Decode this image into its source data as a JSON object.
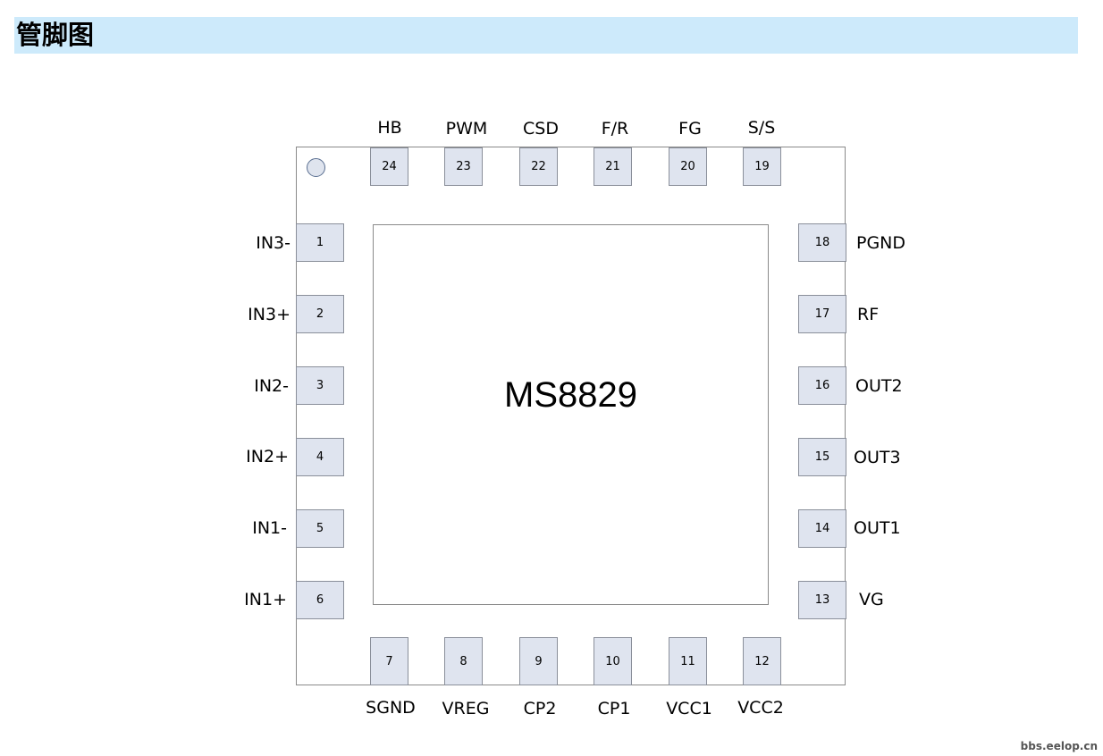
{
  "header": {
    "title": "管脚图"
  },
  "chip": {
    "name": "MS8829"
  },
  "pins": {
    "top": [
      {
        "num": "24",
        "label": "HB"
      },
      {
        "num": "23",
        "label": "PWM"
      },
      {
        "num": "22",
        "label": "CSD"
      },
      {
        "num": "21",
        "label": "F/R"
      },
      {
        "num": "20",
        "label": "FG"
      },
      {
        "num": "19",
        "label": "S/S"
      }
    ],
    "left": [
      {
        "num": "1",
        "label": "IN3-"
      },
      {
        "num": "2",
        "label": "IN3+"
      },
      {
        "num": "3",
        "label": "IN2-"
      },
      {
        "num": "4",
        "label": "IN2+"
      },
      {
        "num": "5",
        "label": "IN1-"
      },
      {
        "num": "6",
        "label": "IN1+"
      }
    ],
    "right": [
      {
        "num": "18",
        "label": "PGND"
      },
      {
        "num": "17",
        "label": "RF"
      },
      {
        "num": "16",
        "label": "OUT2"
      },
      {
        "num": "15",
        "label": "OUT3"
      },
      {
        "num": "14",
        "label": "OUT1"
      },
      {
        "num": "13",
        "label": "VG"
      }
    ],
    "bottom": [
      {
        "num": "7",
        "label": "SGND"
      },
      {
        "num": "8",
        "label": "VREG"
      },
      {
        "num": "9",
        "label": "CP2"
      },
      {
        "num": "10",
        "label": "CP1"
      },
      {
        "num": "11",
        "label": "VCC1"
      },
      {
        "num": "12",
        "label": "VCC2"
      }
    ]
  },
  "watermark": "bbs.eelop.cn"
}
